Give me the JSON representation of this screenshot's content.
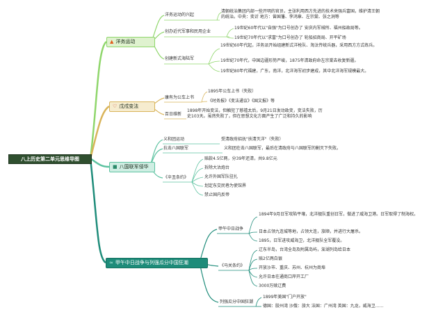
{
  "root": "八上历史第二单元思维导图",
  "branches": {
    "b1": {
      "label": "洋务运动",
      "icon": "fire-icon",
      "rise": {
        "label": "洋务运动的兴起",
        "detail": "清朝统治集团内部一些开明的官员，主张利用西方先进的技术来强兵富国，维护清王朝的统治。中央：奕䜣  地方：曾国藩、李鸿章、左宗棠、张之洞等"
      },
      "industry": {
        "label": "创办近代军事和民用企业",
        "items": [
          "19世纪60年代以\"自强\"为口号创办了 安庆内军械所、福州船政局等。",
          "19世纪70年代以\"求富\"为口号创办了 轮船招商局、开平矿场"
        ]
      },
      "navy": {
        "label": "创建新式海陆军",
        "items": [
          "19世纪60年代起，洋务派开始组建新式洋枪队、淘汰传统兵器，采用西方方式练兵。",
          "19世纪70年代，中国边疆形势严峻，1875年清政府命左宗棠去收复新疆。",
          "19世纪80年代福建，广东，南洋，北洋海军初步建成，其中北洋海军规模最大。"
        ]
      }
    },
    "b2": {
      "label": "戊戌变法",
      "icon": "heart-icon",
      "kang": {
        "label": "康有为公车上书",
        "items": [
          "1895年公车上书（失败）",
          "《时务报》《变法通议》《国文报》等"
        ]
      },
      "hundred": {
        "label": "百日维新",
        "detail": "1898年开始变法，但触犯了慈禧太后，9月21日发动政变，变法失败，历史103天。虽然失败了，但在思想文化方面产生了广泛和持久的影响"
      }
    },
    "b3": {
      "label": "八国联军侵华",
      "icon": "square-icon",
      "yihe": {
        "label": "义和团运动",
        "detail": "受清政府招抚\"扶清灭洋\"（失败）"
      },
      "resist": {
        "label": "抗击八国联军",
        "detail": "义和团在击八国联军，最后在清政府与八国联军的剿灭下失败。"
      },
      "treaty": {
        "label": "《辛丑条约》",
        "items": [
          "赔款4.5亿两，分39年还清，共9.8亿元",
          "拆除大沽炮台",
          "允许外国军队驻扎",
          "划定东交民巷为使馆界",
          "禁止国内反帝"
        ]
      }
    },
    "b4": {
      "label": "甲午中日战争与列强瓜分中国狂潮",
      "icon": "wave-icon",
      "war": {
        "label": "甲午中日战争",
        "items": [
          "1894年9月日军攻陷平壤，北洋舰队重创日军，做进了威海卫港。日军取得了制海权。",
          "日本占领九连城等地，占领大连，旅顺，并进行大屠杀。",
          "1895，日军进攻威海卫，北洋舰队全军覆没。"
        ]
      },
      "maguan": {
        "label": "《马关条约》",
        "items": [
          "辽东半岛，台湾全岛及附属岛屿，澎湖列岛给日本",
          "赔2亿两白银",
          "开放沙市、重庆、苏州、杭州为商埠",
          "允许日本在通商口岸开工厂",
          "3000万赎辽费"
        ]
      },
      "partition": {
        "label": "列强瓜分中国狂潮",
        "items": [
          "1899年美国\"门户开放\"",
          "德国：胶州湾 沙俄：旅大 法国：广州湾 英国：九龙，威海卫……"
        ]
      }
    }
  },
  "colors": {
    "green": "#7fcf4f",
    "orange": "#d9a441",
    "teal": "#4fbf9a",
    "dark_teal": "#1e8c7a",
    "root": "#2f4f2f"
  }
}
